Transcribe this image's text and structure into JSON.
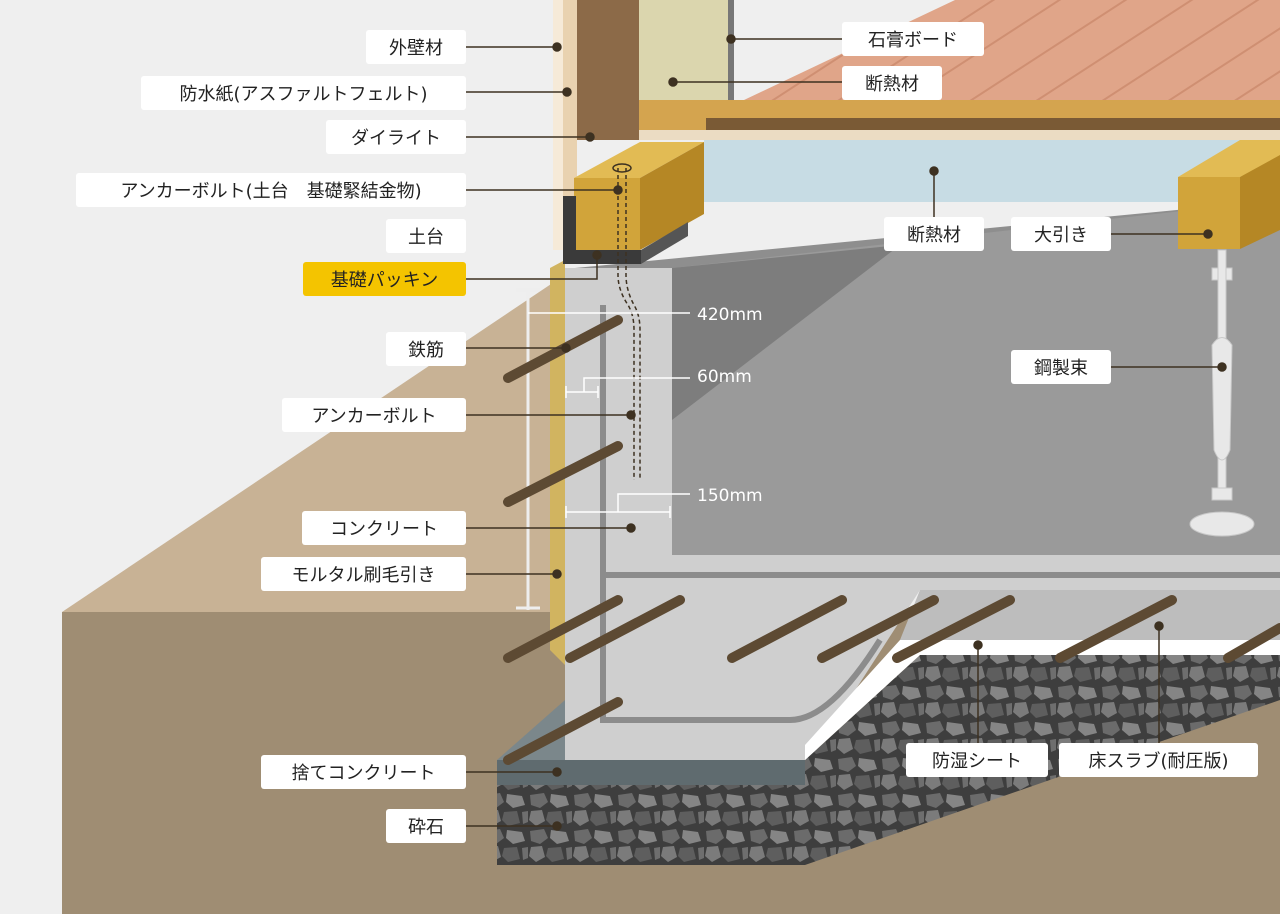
{
  "colors": {
    "background": "#efefef",
    "soil": "#9f8d73",
    "soil_top": "#c8b295",
    "concrete": "#cfcfcf",
    "slab_top": "#8e8e8e",
    "wood": "#d1a43a",
    "floor": "#e0a589",
    "insulation": "#c7dce4",
    "rebar": "#5d4a33",
    "highlight": "#f4c400",
    "leader": "#3d3121"
  },
  "labels": {
    "exterior_wall": "外壁材",
    "waterproof_paper": "防水紙(アスファルトフェルト)",
    "dairite": "ダイライト",
    "anchor_bolt_sill": "アンカーボルト(土台　基礎緊結金物)",
    "sill": "土台",
    "foundation_packing": "基礎パッキン",
    "rebar": "鉄筋",
    "anchor_bolt": "アンカーボルト",
    "concrete": "コンクリート",
    "mortar": "モルタル刷毛引き",
    "lean_concrete": "捨てコンクリート",
    "crushed_stone": "砕石",
    "gypsum_board": "石膏ボード",
    "insulation_wall": "断熱材",
    "insulation_floor": "断熱材",
    "sleeper": "大引き",
    "steel_post": "鋼製束",
    "vapor_sheet": "防湿シート",
    "floor_slab": "床スラブ(耐圧版)"
  },
  "dimensions": {
    "height": "420mm",
    "cover": "60mm",
    "width": "150mm"
  }
}
